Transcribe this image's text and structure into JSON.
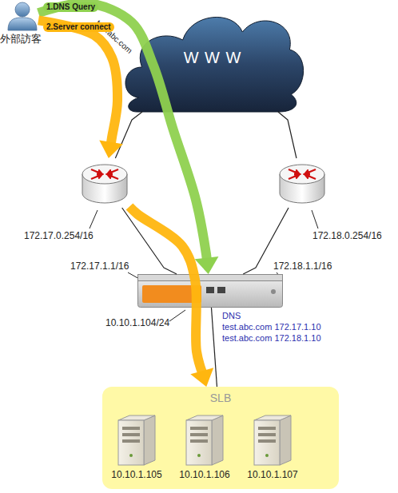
{
  "diagram": {
    "nodes": [
      {
        "text": [
          "外部訪客"
        ]
      },
      {
        "text": [
          "W W W"
        ]
      },
      {
        "text": [
          "172.17.0.254/16"
        ]
      },
      {
        "text": [
          "172.18.0.254/16"
        ]
      },
      {
        "text": [
          "DNS",
          "test.abc.com 172.17.1.10",
          "test.abc.com 172.18.1.10"
        ]
      },
      {
        "text": [
          "SLB"
        ]
      },
      {
        "text": [
          "10.10.1.105"
        ],
        "in": 5
      },
      {
        "text": [
          "10.10.1.106"
        ],
        "in": 5
      },
      {
        "text": [
          "10.10.1.107"
        ],
        "in": 5
      }
    ],
    "edges": [
      {
        "from": 0,
        "to": 4,
        "arrow": "to",
        "label": "1.DNS Query"
      },
      {
        "from": 0,
        "to": 2,
        "arrow": "to",
        "label": "2.Server connect"
      },
      {
        "from": 2,
        "to": 5,
        "arrow": "to"
      },
      {
        "from": 1,
        "to": 2,
        "arrow": "none"
      },
      {
        "from": 1,
        "to": 3,
        "arrow": "none"
      },
      {
        "from": 2,
        "to": 4,
        "arrow": "none"
      },
      {
        "from": 3,
        "to": 4,
        "arrow": "none"
      },
      {
        "from": 4,
        "to": 5,
        "arrow": "none"
      }
    ],
    "labels": [
      "test.abc.com",
      "172.17.1.1/16",
      "172.18.1.1/16",
      "10.10.1.104/24"
    ]
  }
}
